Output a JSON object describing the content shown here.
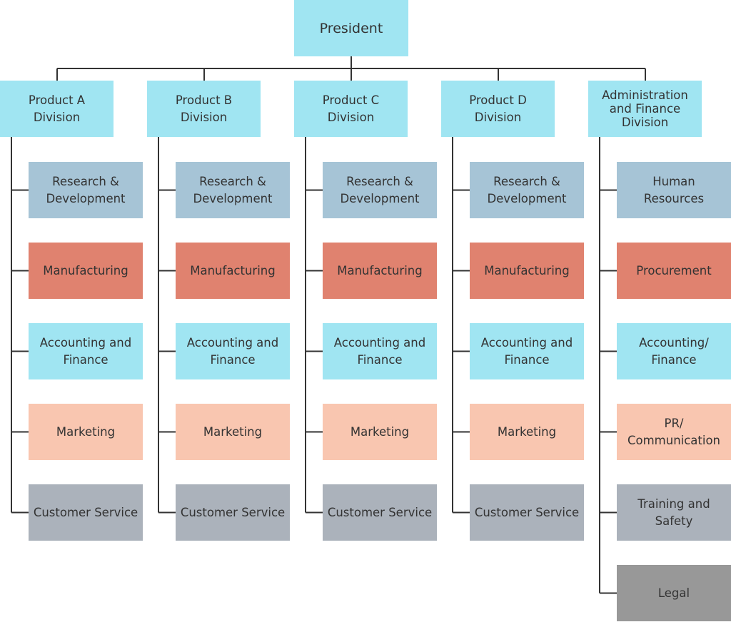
{
  "colors": {
    "top": "#a0e5f2",
    "research": "#a6c4d6",
    "manufacturing": "#e0826f",
    "accounting": "#a0e5f2",
    "marketing": "#f9c6b0",
    "service": "#abb2bb",
    "legal": "#989898",
    "line": "#333333"
  },
  "president": {
    "label": "President"
  },
  "divisions": [
    {
      "label": "Product A\nDivision",
      "departments": [
        {
          "label": "Research &\nDevelopment",
          "kind": "research"
        },
        {
          "label": "Manufacturing",
          "kind": "manufacturing"
        },
        {
          "label": "Accounting and\nFinance",
          "kind": "accounting"
        },
        {
          "label": "Marketing",
          "kind": "marketing"
        },
        {
          "label": "Customer Service",
          "kind": "service"
        }
      ]
    },
    {
      "label": "Product B\nDivision",
      "departments": [
        {
          "label": "Research &\nDevelopment",
          "kind": "research"
        },
        {
          "label": "Manufacturing",
          "kind": "manufacturing"
        },
        {
          "label": "Accounting and\nFinance",
          "kind": "accounting"
        },
        {
          "label": "Marketing",
          "kind": "marketing"
        },
        {
          "label": "Customer Service",
          "kind": "service"
        }
      ]
    },
    {
      "label": "Product C\nDivision",
      "departments": [
        {
          "label": "Research &\nDevelopment",
          "kind": "research"
        },
        {
          "label": "Manufacturing",
          "kind": "manufacturing"
        },
        {
          "label": "Accounting and\nFinance",
          "kind": "accounting"
        },
        {
          "label": "Marketing",
          "kind": "marketing"
        },
        {
          "label": "Customer Service",
          "kind": "service"
        }
      ]
    },
    {
      "label": "Product D\nDivision",
      "departments": [
        {
          "label": "Research &\nDevelopment",
          "kind": "research"
        },
        {
          "label": "Manufacturing",
          "kind": "manufacturing"
        },
        {
          "label": "Accounting and\nFinance",
          "kind": "accounting"
        },
        {
          "label": "Marketing",
          "kind": "marketing"
        },
        {
          "label": "Customer Service",
          "kind": "service"
        }
      ]
    },
    {
      "label": "Administration\nand Finance\nDivision",
      "departments": [
        {
          "label": "Human\nResources",
          "kind": "research"
        },
        {
          "label": "Procurement",
          "kind": "manufacturing"
        },
        {
          "label": "Accounting/\nFinance",
          "kind": "accounting"
        },
        {
          "label": "PR/\nCommunication",
          "kind": "marketing"
        },
        {
          "label": "Training and\nSafety",
          "kind": "service"
        },
        {
          "label": "Legal",
          "kind": "legal"
        }
      ]
    }
  ]
}
